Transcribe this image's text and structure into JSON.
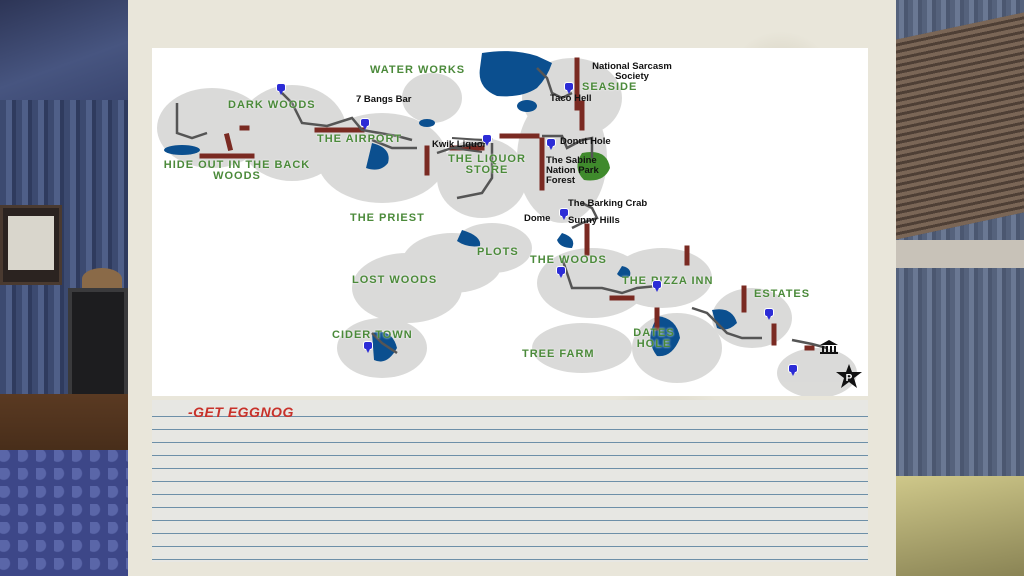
{
  "map": {
    "regions": [
      {
        "id": "water-works",
        "label": "WATER WORKS"
      },
      {
        "id": "seaside",
        "label": "SEASIDE"
      },
      {
        "id": "dark-woods",
        "label": "DARK WOODS"
      },
      {
        "id": "the-airport",
        "label": "THE AIRPORT"
      },
      {
        "id": "hide-out",
        "label": "HIDE OUT IN THE BACK WOODS"
      },
      {
        "id": "liquor-store",
        "label": "THE LIQUOR STORE"
      },
      {
        "id": "the-priest",
        "label": "THE PRIEST"
      },
      {
        "id": "plots",
        "label": "PLOTS"
      },
      {
        "id": "the-woods",
        "label": "THE WOODS"
      },
      {
        "id": "lost-woods",
        "label": "LOST WOODS"
      },
      {
        "id": "pizza-inn",
        "label": "THE PIZZA INN"
      },
      {
        "id": "estates",
        "label": "ESTATES"
      },
      {
        "id": "cider-town",
        "label": "CIDER TOWN"
      },
      {
        "id": "dates-hole",
        "label": "DATES HOLE"
      },
      {
        "id": "tree-farm",
        "label": "TREE FARM"
      }
    ],
    "places": [
      {
        "id": "national-sarcasm",
        "label": "National Sarcasm Society"
      },
      {
        "id": "taco-hell",
        "label": "Taco Hell"
      },
      {
        "id": "7-bangs",
        "label": "7 Bangs Bar"
      },
      {
        "id": "kwik-liquor",
        "label": "Kwik Liquor"
      },
      {
        "id": "donut-hole",
        "label": "Donut Hole"
      },
      {
        "id": "sabine-nation",
        "label": "The Sabine Nation Park Forest"
      },
      {
        "id": "barking-crab",
        "label": "The Barking Crab"
      },
      {
        "id": "dome",
        "label": "Dome"
      },
      {
        "id": "sunny-hills",
        "label": "Sunny Hills"
      }
    ],
    "colors": {
      "label": "#4b8a3a",
      "water": "#0b4f8f",
      "road": "#7a2a22",
      "path": "#555555",
      "pin": "#2c2cd6"
    },
    "icons": [
      "bank-icon",
      "parking-icon",
      "map-pin-icon"
    ]
  },
  "notes": {
    "items": [
      "-GET EGGNOG"
    ],
    "ink_color": "#c8312a"
  }
}
